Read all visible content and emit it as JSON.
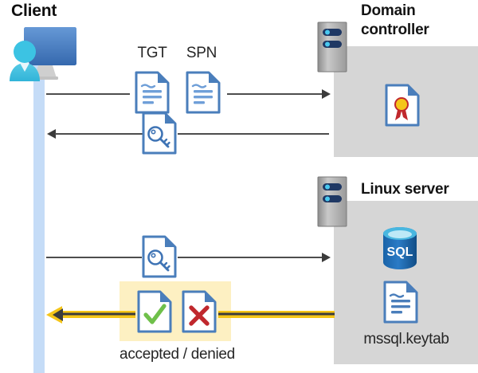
{
  "diagram": {
    "title": "Kerberos authentication flow between Client, Domain controller and Linux server",
    "colors": {
      "lifeline": "#c5dcf7",
      "panel_gray": "#d6d6d6",
      "highlight_yellow": "#fdf0c2",
      "arrow_yellow": "#f5c518",
      "arrow_dark": "#3b3b3b",
      "doc_blue": "#4a7ebb",
      "sql_blue": "#1f6cb0",
      "accept_green": "#6fc04a",
      "deny_red": "#c0282d",
      "seal_gold": "#f5c518",
      "ribbon_red": "#c0282d"
    }
  },
  "client": {
    "title": "Client",
    "icon": "user-computer-icon",
    "lifeline_name": "client-lifeline"
  },
  "domain_controller": {
    "title_line1": "Domain",
    "title_line2": "controller",
    "rack_icon": "server-rack-icon",
    "contents": [
      {
        "icon": "certificate-document-icon",
        "label": ""
      }
    ]
  },
  "linux_server": {
    "title": "Linux server",
    "rack_icon": "server-rack-icon",
    "contents": [
      {
        "icon": "sql-database-icon",
        "label": "SQL"
      },
      {
        "icon": "keytab-document-icon",
        "label": "mssql.keytab"
      }
    ]
  },
  "messages": [
    {
      "id": "msg-1",
      "direction": "right",
      "from": "client",
      "to": "domain_controller",
      "labels": [
        "TGT",
        "SPN"
      ],
      "icons": [
        "document-icon",
        "document-icon"
      ]
    },
    {
      "id": "msg-2",
      "direction": "left",
      "from": "domain_controller",
      "to": "client",
      "labels": [],
      "icons": [
        "key-document-icon"
      ]
    },
    {
      "id": "msg-3",
      "direction": "right",
      "from": "client",
      "to": "linux_server",
      "labels": [],
      "icons": [
        "key-document-icon"
      ]
    },
    {
      "id": "msg-4",
      "direction": "left",
      "from": "linux_server",
      "to": "client",
      "highlighted": true,
      "caption": "accepted / denied",
      "icons": [
        "accepted-document-icon",
        "denied-document-icon"
      ]
    }
  ],
  "labels": {
    "tgt": "TGT",
    "spn": "SPN",
    "sql": "SQL",
    "keytab_filename": "mssql.keytab",
    "result_caption": "accepted / denied"
  }
}
